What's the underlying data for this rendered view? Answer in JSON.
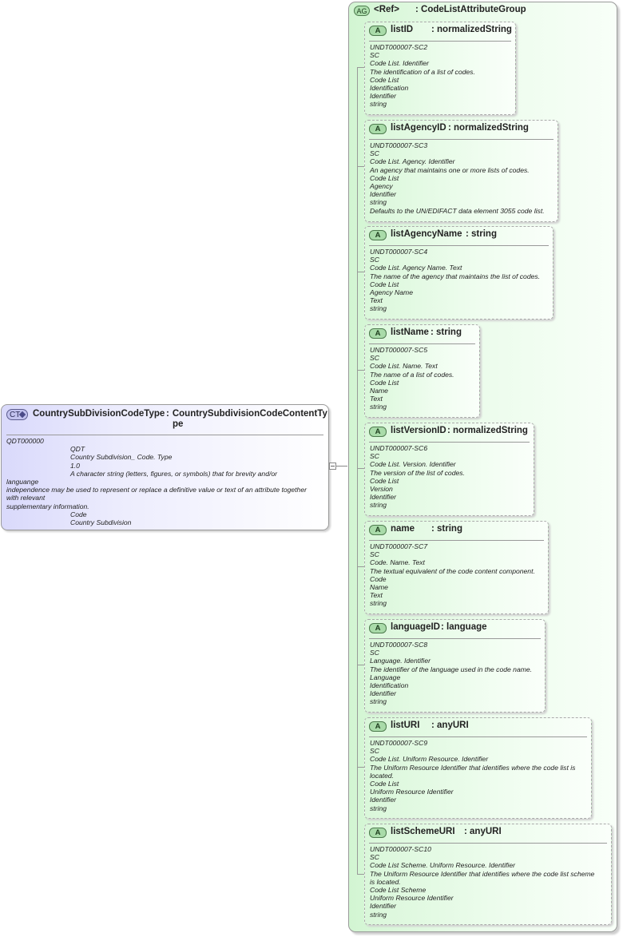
{
  "complex_type": {
    "badge": "CT",
    "name": "CountrySubDivisionCodeType",
    "type_colon": ":",
    "type_line1": "CountrySubdivisionCodeContentTy",
    "type_line2": "pe",
    "doc": [
      {
        "text": "QDT000000",
        "indent": false
      },
      {
        "text": "QDT",
        "indent": true
      },
      {
        "text": "Country Subdivision_ Code. Type",
        "indent": true
      },
      {
        "text": "1.0",
        "indent": true
      },
      {
        "text": "A character string (letters, figures, or symbols) that for brevity and/or",
        "indent": true
      },
      {
        "text": "languange",
        "indent": false
      },
      {
        "text": "independence may be used to represent or replace a definitive value or text of an attribute together",
        "indent": false
      },
      {
        "text": "with relevant",
        "indent": false
      },
      {
        "text": "supplementary information.",
        "indent": false
      },
      {
        "text": "Code",
        "indent": true
      },
      {
        "text": "Country Subdivision",
        "indent": true
      }
    ]
  },
  "attribute_group": {
    "badge": "AG",
    "title": "<Ref>",
    "type": ": CodeListAttributeGroup",
    "attributes": [
      {
        "badge": "A",
        "name": "listID",
        "type": ": normalizedString",
        "doc": [
          "UNDT000007-SC2",
          "SC",
          "Code List. Identifier",
          "The identification of a list of codes.",
          "Code List",
          "Identification",
          "Identifier",
          "string"
        ]
      },
      {
        "badge": "A",
        "name": "listAgencyID",
        "type": ": normalizedString",
        "doc": [
          "UNDT000007-SC3",
          "SC",
          "Code List. Agency. Identifier",
          "An agency that maintains one or more lists of codes.",
          "Code List",
          "Agency",
          "Identifier",
          "string",
          "Defaults to the UN/EDIFACT data element 3055 code list."
        ]
      },
      {
        "badge": "A",
        "name": "listAgencyName",
        "type": ": string",
        "doc": [
          "UNDT000007-SC4",
          "SC",
          "Code List. Agency Name. Text",
          "The name of the agency that maintains the list of codes.",
          "Code List",
          "Agency Name",
          "Text",
          "string"
        ]
      },
      {
        "badge": "A",
        "name": "listName",
        "type": ": string",
        "doc": [
          "UNDT000007-SC5",
          "SC",
          "Code List. Name. Text",
          "The name of a list of codes.",
          "Code List",
          "Name",
          "Text",
          "string"
        ]
      },
      {
        "badge": "A",
        "name": "listVersionID",
        "type": ": normalizedString",
        "doc": [
          "UNDT000007-SC6",
          "SC",
          "Code List. Version. Identifier",
          "The version of the list of codes.",
          "Code List",
          "Version",
          "Identifier",
          "string"
        ]
      },
      {
        "badge": "A",
        "name": "name",
        "type": ": string",
        "doc": [
          "UNDT000007-SC7",
          "SC",
          "Code. Name. Text",
          "The textual equivalent of the code content component.",
          "Code",
          "Name",
          "Text",
          "string"
        ]
      },
      {
        "badge": "A",
        "name": "languageID",
        "type": ": language",
        "doc": [
          "UNDT000007-SC8",
          "SC",
          "Language. Identifier",
          "The identifier of the language used in the code name.",
          "Language",
          "Identification",
          "Identifier",
          "string"
        ]
      },
      {
        "badge": "A",
        "name": "listURI",
        "type": ": anyURI",
        "doc": [
          "UNDT000007-SC9",
          "SC",
          "Code List. Uniform Resource. Identifier",
          "The Uniform Resource Identifier that identifies where the code list is",
          "located.",
          "Code List",
          "Uniform Resource Identifier",
          "Identifier",
          "string"
        ]
      },
      {
        "badge": "A",
        "name": "listSchemeURI",
        "type": ": anyURI",
        "doc": [
          "UNDT000007-SC10",
          "SC",
          "Code List Scheme. Uniform Resource. Identifier",
          "The Uniform Resource Identifier that identifies where the code list scheme",
          "is located.",
          "Code List Scheme",
          "Uniform Resource Identifier",
          "Identifier",
          "string"
        ]
      }
    ]
  }
}
